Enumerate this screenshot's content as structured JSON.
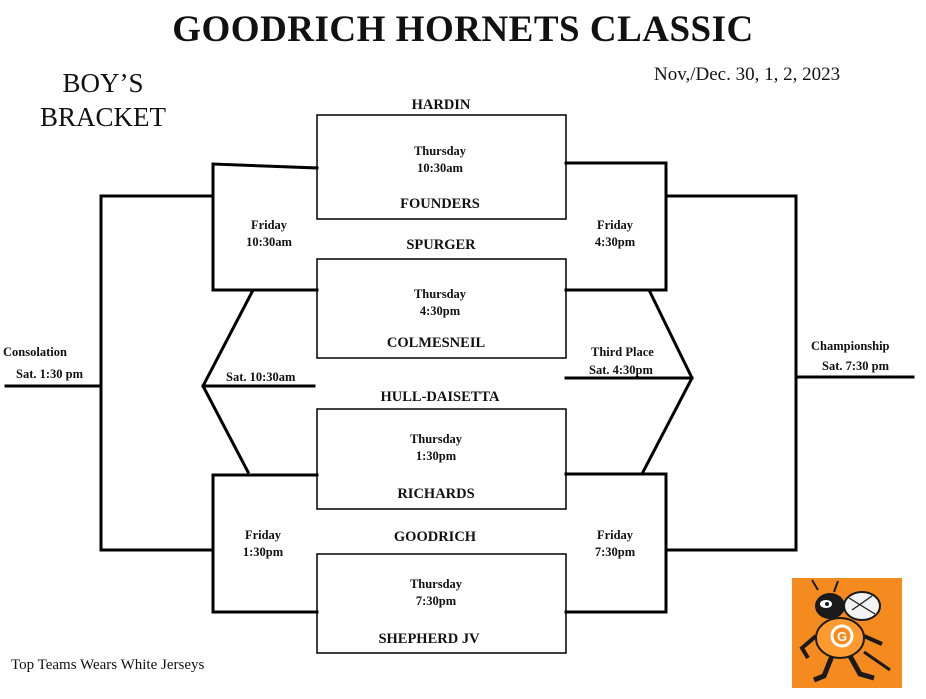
{
  "header": {
    "title": "GOODRICH HORNETS CLASSIC",
    "subtitle_line1": "BOY’S",
    "subtitle_line2": "BRACKET",
    "dates": "Nov,/Dec.  30, 1, 2, 2023"
  },
  "games": [
    {
      "top_team": "HARDIN",
      "day": "Thursday",
      "time": "10:30am",
      "bottom_team": "FOUNDERS"
    },
    {
      "top_team": "SPURGER",
      "day": "Thursday",
      "time": "4:30pm",
      "bottom_team": "COLMESNEIL"
    },
    {
      "top_team": "HULL-DAISETTA",
      "day": "Thursday",
      "time": "1:30pm",
      "bottom_team": "RICHARDS"
    },
    {
      "top_team": "GOODRICH",
      "day": "Thursday",
      "time": "7:30pm",
      "bottom_team": "SHEPHERD JV"
    }
  ],
  "rounds": {
    "left_top": {
      "day": "Friday",
      "time": "10:30am"
    },
    "left_bottom": {
      "day": "Friday",
      "time": "1:30pm"
    },
    "right_top": {
      "day": "Friday",
      "time": "4:30pm"
    },
    "right_bottom": {
      "day": "Friday",
      "time": "7:30pm"
    },
    "consolation_semi": "Sat. 10:30am",
    "consolation_label": "Consolation",
    "consolation_time": "Sat. 1:30 pm",
    "third_place_label": "Third Place",
    "third_place_time": "Sat. 4:30pm",
    "championship_label": "Championship",
    "championship_time": "Sat. 7:30 pm"
  },
  "footer": "Top Teams Wears White Jerseys",
  "colors": {
    "logo_bg": "#f58a1f",
    "logo_dark": "#1a1a1a"
  }
}
